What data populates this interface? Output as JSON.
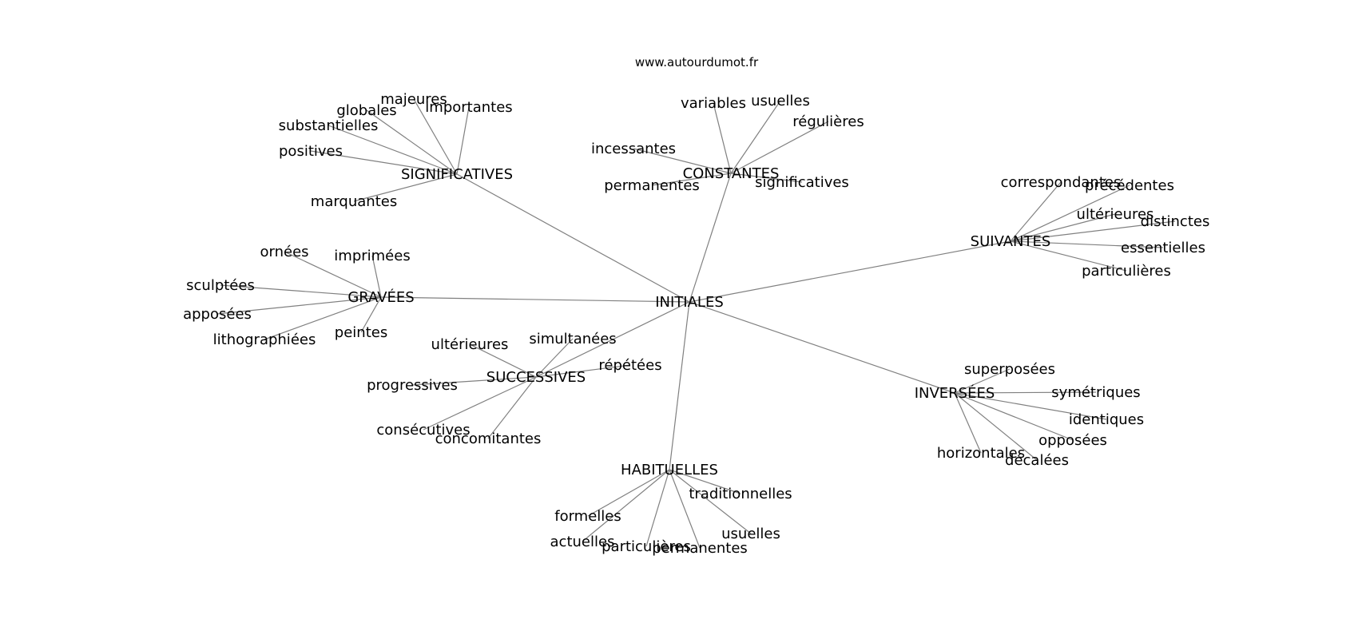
{
  "source": "www.autourdumot.fr",
  "center": {
    "id": "initiales",
    "label": "INITIALES"
  },
  "nodes": [
    {
      "id": "significatives",
      "label": "SIGNIFICATIVES"
    },
    {
      "id": "constantes",
      "label": "CONSTANTES"
    },
    {
      "id": "suivantes",
      "label": "SUIVANTES"
    },
    {
      "id": "gravees",
      "label": "GRAVÉES"
    },
    {
      "id": "successives",
      "label": "SUCCESSIVES"
    },
    {
      "id": "habituelles",
      "label": "HABITUELLES"
    },
    {
      "id": "inversees",
      "label": "INVERSÉES"
    },
    {
      "id": "sig-majeures",
      "label": "majeures"
    },
    {
      "id": "sig-importantes",
      "label": "importantes"
    },
    {
      "id": "sig-globales",
      "label": "globales"
    },
    {
      "id": "sig-substantielles",
      "label": "substantielles"
    },
    {
      "id": "sig-positives",
      "label": "positives"
    },
    {
      "id": "sig-marquantes",
      "label": "marquantes"
    },
    {
      "id": "con-variables",
      "label": "variables"
    },
    {
      "id": "con-usuelles",
      "label": "usuelles"
    },
    {
      "id": "con-regulieres",
      "label": "régulières"
    },
    {
      "id": "con-incessantes",
      "label": "incessantes"
    },
    {
      "id": "con-permanentes",
      "label": "permanentes"
    },
    {
      "id": "con-significatives",
      "label": "significatives"
    },
    {
      "id": "sui-correspondantes",
      "label": "correspondantes"
    },
    {
      "id": "sui-precedentes",
      "label": "précédentes"
    },
    {
      "id": "sui-ulterieures",
      "label": "ultérieures"
    },
    {
      "id": "sui-distinctes",
      "label": "distinctes"
    },
    {
      "id": "sui-essentielles",
      "label": "essentielles"
    },
    {
      "id": "sui-particulieres",
      "label": "particulières"
    },
    {
      "id": "gra-ornees",
      "label": "ornées"
    },
    {
      "id": "gra-imprimees",
      "label": "imprimées"
    },
    {
      "id": "gra-sculptees",
      "label": "sculptées"
    },
    {
      "id": "gra-apposees",
      "label": "apposées"
    },
    {
      "id": "gra-lithographiees",
      "label": "lithographiées"
    },
    {
      "id": "gra-peintes",
      "label": "peintes"
    },
    {
      "id": "suc-ulterieures",
      "label": "ultérieures"
    },
    {
      "id": "suc-simultanees",
      "label": "simultanées"
    },
    {
      "id": "suc-repetees",
      "label": "répétées"
    },
    {
      "id": "suc-progressives",
      "label": "progressives"
    },
    {
      "id": "suc-consecutives",
      "label": "consécutives"
    },
    {
      "id": "suc-concomitantes",
      "label": "concomitantes"
    },
    {
      "id": "hab-traditionnelles",
      "label": "traditionnelles"
    },
    {
      "id": "hab-formelles",
      "label": "formelles"
    },
    {
      "id": "hab-actuelles",
      "label": "actuelles"
    },
    {
      "id": "hab-particulieres",
      "label": "particulières"
    },
    {
      "id": "hab-permanentes",
      "label": "permanentes"
    },
    {
      "id": "hab-usuelles",
      "label": "usuelles"
    },
    {
      "id": "inv-superposees",
      "label": "superposées"
    },
    {
      "id": "inv-symetriques",
      "label": "symétriques"
    },
    {
      "id": "inv-identiques",
      "label": "identiques"
    },
    {
      "id": "inv-opposees",
      "label": "opposées"
    },
    {
      "id": "inv-horizontales",
      "label": "horizontales"
    },
    {
      "id": "inv-decalees",
      "label": "décalées"
    }
  ],
  "edges": [
    [
      "initiales",
      "significatives"
    ],
    [
      "initiales",
      "constantes"
    ],
    [
      "initiales",
      "suivantes"
    ],
    [
      "initiales",
      "gravees"
    ],
    [
      "initiales",
      "successives"
    ],
    [
      "initiales",
      "habituelles"
    ],
    [
      "initiales",
      "inversees"
    ],
    [
      "significatives",
      "sig-majeures"
    ],
    [
      "significatives",
      "sig-importantes"
    ],
    [
      "significatives",
      "sig-globales"
    ],
    [
      "significatives",
      "sig-substantielles"
    ],
    [
      "significatives",
      "sig-positives"
    ],
    [
      "significatives",
      "sig-marquantes"
    ],
    [
      "constantes",
      "con-variables"
    ],
    [
      "constantes",
      "con-usuelles"
    ],
    [
      "constantes",
      "con-regulieres"
    ],
    [
      "constantes",
      "con-incessantes"
    ],
    [
      "constantes",
      "con-permanentes"
    ],
    [
      "constantes",
      "con-significatives"
    ],
    [
      "suivantes",
      "sui-correspondantes"
    ],
    [
      "suivantes",
      "sui-precedentes"
    ],
    [
      "suivantes",
      "sui-ulterieures"
    ],
    [
      "suivantes",
      "sui-distinctes"
    ],
    [
      "suivantes",
      "sui-essentielles"
    ],
    [
      "suivantes",
      "sui-particulieres"
    ],
    [
      "gravees",
      "gra-ornees"
    ],
    [
      "gravees",
      "gra-imprimees"
    ],
    [
      "gravees",
      "gra-sculptees"
    ],
    [
      "gravees",
      "gra-apposees"
    ],
    [
      "gravees",
      "gra-lithographiees"
    ],
    [
      "gravees",
      "gra-peintes"
    ],
    [
      "successives",
      "suc-ulterieures"
    ],
    [
      "successives",
      "suc-simultanees"
    ],
    [
      "successives",
      "suc-repetees"
    ],
    [
      "successives",
      "suc-progressives"
    ],
    [
      "successives",
      "suc-consecutives"
    ],
    [
      "successives",
      "suc-concomitantes"
    ],
    [
      "habituelles",
      "hab-traditionnelles"
    ],
    [
      "habituelles",
      "hab-formelles"
    ],
    [
      "habituelles",
      "hab-actuelles"
    ],
    [
      "habituelles",
      "hab-particulieres"
    ],
    [
      "habituelles",
      "hab-permanentes"
    ],
    [
      "habituelles",
      "hab-usuelles"
    ],
    [
      "inversees",
      "inv-superposees"
    ],
    [
      "inversees",
      "inv-symetriques"
    ],
    [
      "inversees",
      "inv-identiques"
    ],
    [
      "inversees",
      "inv-opposees"
    ],
    [
      "inversees",
      "inv-horizontales"
    ],
    [
      "inversees",
      "inv-decalees"
    ]
  ]
}
